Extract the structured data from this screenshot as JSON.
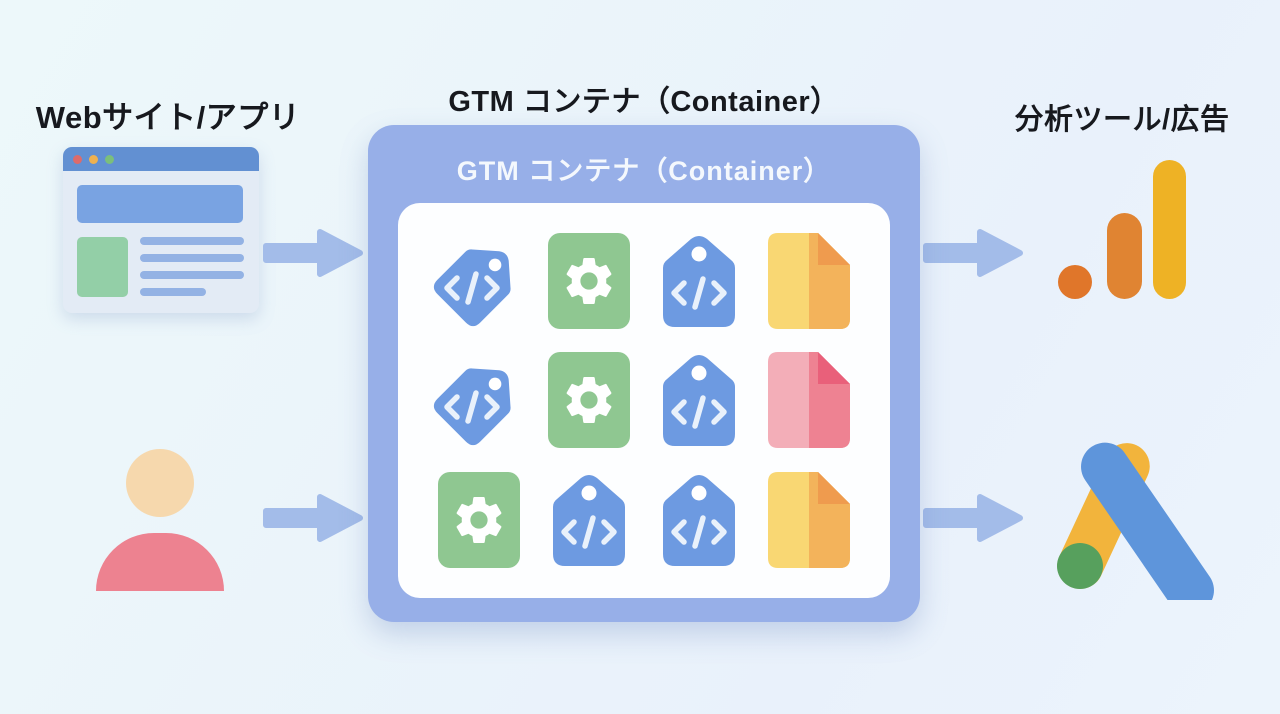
{
  "left": {
    "title": "Webサイト/アプリ",
    "icons": [
      "browser-window-icon",
      "user-icon"
    ]
  },
  "center": {
    "title": "GTM コンテナ（Container）",
    "container_label": "GTM コンテナ（Container）"
  },
  "right": {
    "title": "分析ツール/広告",
    "icons": [
      "google-analytics-icon",
      "google-ads-icon"
    ]
  },
  "grid": {
    "rows": [
      [
        "tag-rotated",
        "gear-card",
        "tag-upright",
        "doc-yellow"
      ],
      [
        "tag-rotated",
        "gear-card",
        "tag-upright",
        "doc-pink"
      ],
      [
        "gear-card",
        "tag-upright",
        "tag-upright",
        "doc-yellow"
      ]
    ]
  },
  "colors": {
    "bg_left": "#edf8fa",
    "bg_right": "#e9f1fb",
    "container_bg": "#97afe8",
    "container_header_text": "#f4f8fd",
    "panel_bg": "#fdfeff",
    "arrow": "#a3bce9",
    "tag_blue": "#6d9ae1",
    "tag_glyph": "#e9f1fb",
    "gear_green": "#8fc791",
    "gear_glyph": "#ffffff",
    "doc_yellow": [
      "#f9d773",
      "#f3b35b",
      "#ef9b4e"
    ],
    "doc_pink": [
      "#f3aeb8",
      "#ee8292",
      "#e9607a"
    ],
    "browser_bar": "#6290d2",
    "browser_body": "#e3ebf5",
    "browser_hero": "#79a3e2",
    "browser_block": "#93cfa7",
    "browser_line": "#93b2e4",
    "dot_red": "#dd6b6b",
    "dot_yellow": "#eeb150",
    "dot_green": "#7bbf7b",
    "person_head": "#f6d8ad",
    "person_body": "#ed8290",
    "ga_dot": "#e0762a",
    "ga_mid": "#e08432",
    "ga_tall": "#eeb225",
    "ads_blue": "#5e95db",
    "ads_yellow": "#f2b43c",
    "ads_green": "#57a05d"
  }
}
